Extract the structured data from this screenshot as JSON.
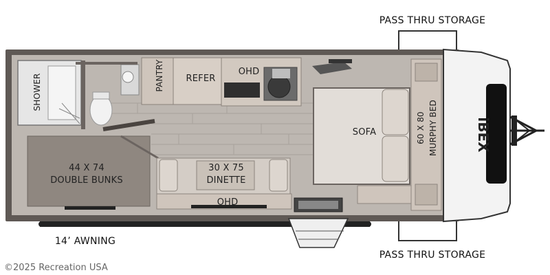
{
  "callouts": {
    "pass_thru_top": "PASS THRU STORAGE",
    "pass_thru_bottom": "PASS THRU STORAGE",
    "awning": "14’ AWNING"
  },
  "rooms": {
    "shower": "SHOWER",
    "pantry": "PANTRY",
    "refer": "REFER",
    "ohd_kitchen": "OHD",
    "sofa": "SOFA",
    "murphy_size": "60 X 80",
    "murphy_label": "MURPHY BED",
    "bunks_size": "44 X 74",
    "bunks_label": "DOUBLE BUNKS",
    "dinette_size": "30 X 75",
    "dinette_label": "DINETTE",
    "ohd_dinette": "OHD"
  },
  "brand": {
    "logo": "iBEX"
  },
  "copyright": "©2025 Recreation USA",
  "colors": {
    "floor": "#bdb7b1",
    "floor_plank_line": "#a8a29c",
    "wall": "#6b6460",
    "carpet": "#8f8780",
    "cabinet": "#cfc5bc",
    "cushion": "#ddd6cf",
    "cap": "#f3f3f3"
  }
}
